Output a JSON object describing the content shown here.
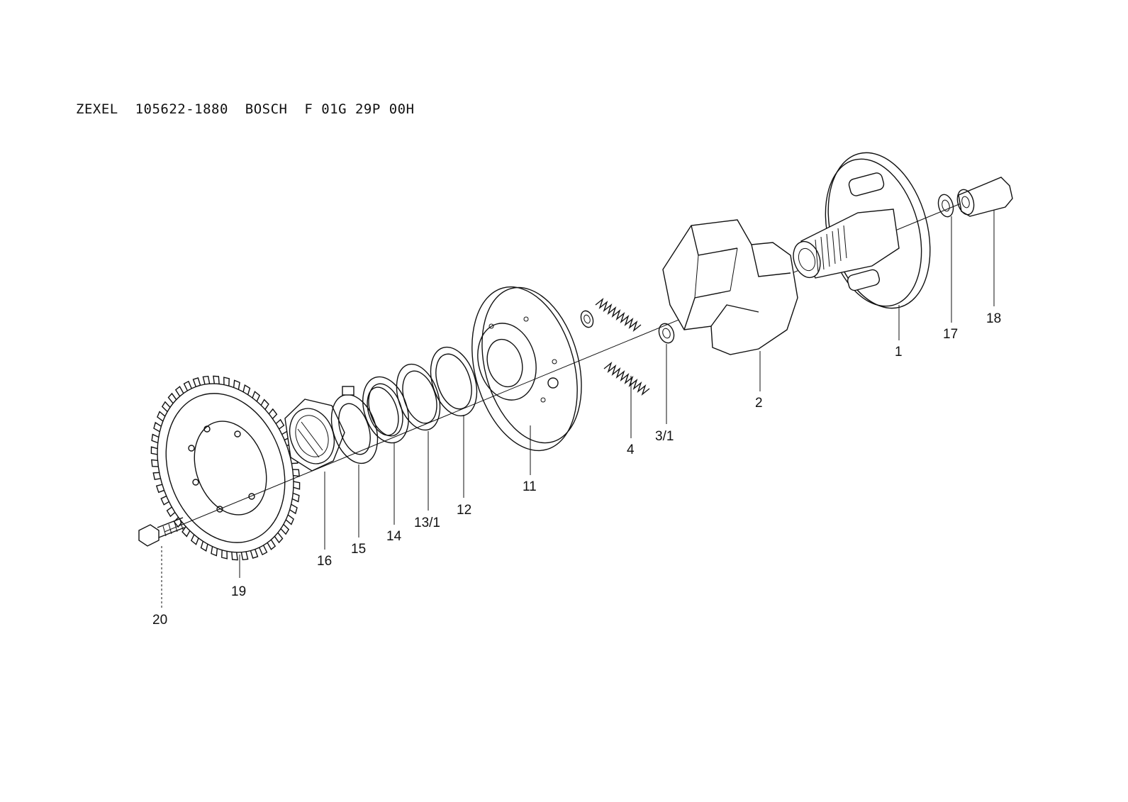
{
  "title": "ZEXEL  105622-1880  BOSCH  F 01G 29P 00H",
  "parts": [
    {
      "id": "p1",
      "label": "1"
    },
    {
      "id": "p2",
      "label": "2"
    },
    {
      "id": "p3_1",
      "label": "3/1"
    },
    {
      "id": "p4",
      "label": "4"
    },
    {
      "id": "p11",
      "label": "11"
    },
    {
      "id": "p12",
      "label": "12"
    },
    {
      "id": "p13_1",
      "label": "13/1"
    },
    {
      "id": "p14",
      "label": "14"
    },
    {
      "id": "p15",
      "label": "15"
    },
    {
      "id": "p16",
      "label": "16"
    },
    {
      "id": "p17",
      "label": "17"
    },
    {
      "id": "p18",
      "label": "18"
    },
    {
      "id": "p19",
      "label": "19"
    },
    {
      "id": "p20",
      "label": "20"
    }
  ]
}
